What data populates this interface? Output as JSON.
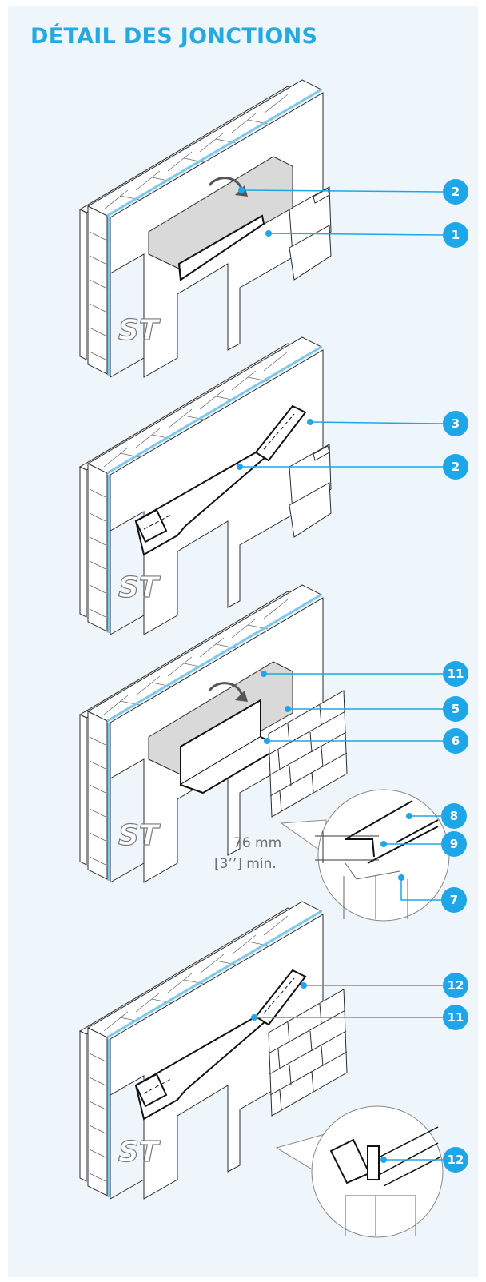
{
  "title": "DÉTAIL DES JONCTIONS",
  "wall_mark": "ST",
  "dimension": {
    "line1": "76 mm",
    "line2": "[3’’] min."
  },
  "colors": {
    "accent": "#1ea7e8",
    "title": "#26a9e0",
    "background": "#eef6fc",
    "line": "#2b2b2b"
  },
  "callouts": [
    {
      "label": "2"
    },
    {
      "label": "1"
    },
    {
      "label": "3"
    },
    {
      "label": "2"
    },
    {
      "label": "11"
    },
    {
      "label": "5"
    },
    {
      "label": "6"
    },
    {
      "label": "8"
    },
    {
      "label": "9"
    },
    {
      "label": "7"
    },
    {
      "label": "12"
    },
    {
      "label": "11"
    },
    {
      "label": "12"
    }
  ]
}
